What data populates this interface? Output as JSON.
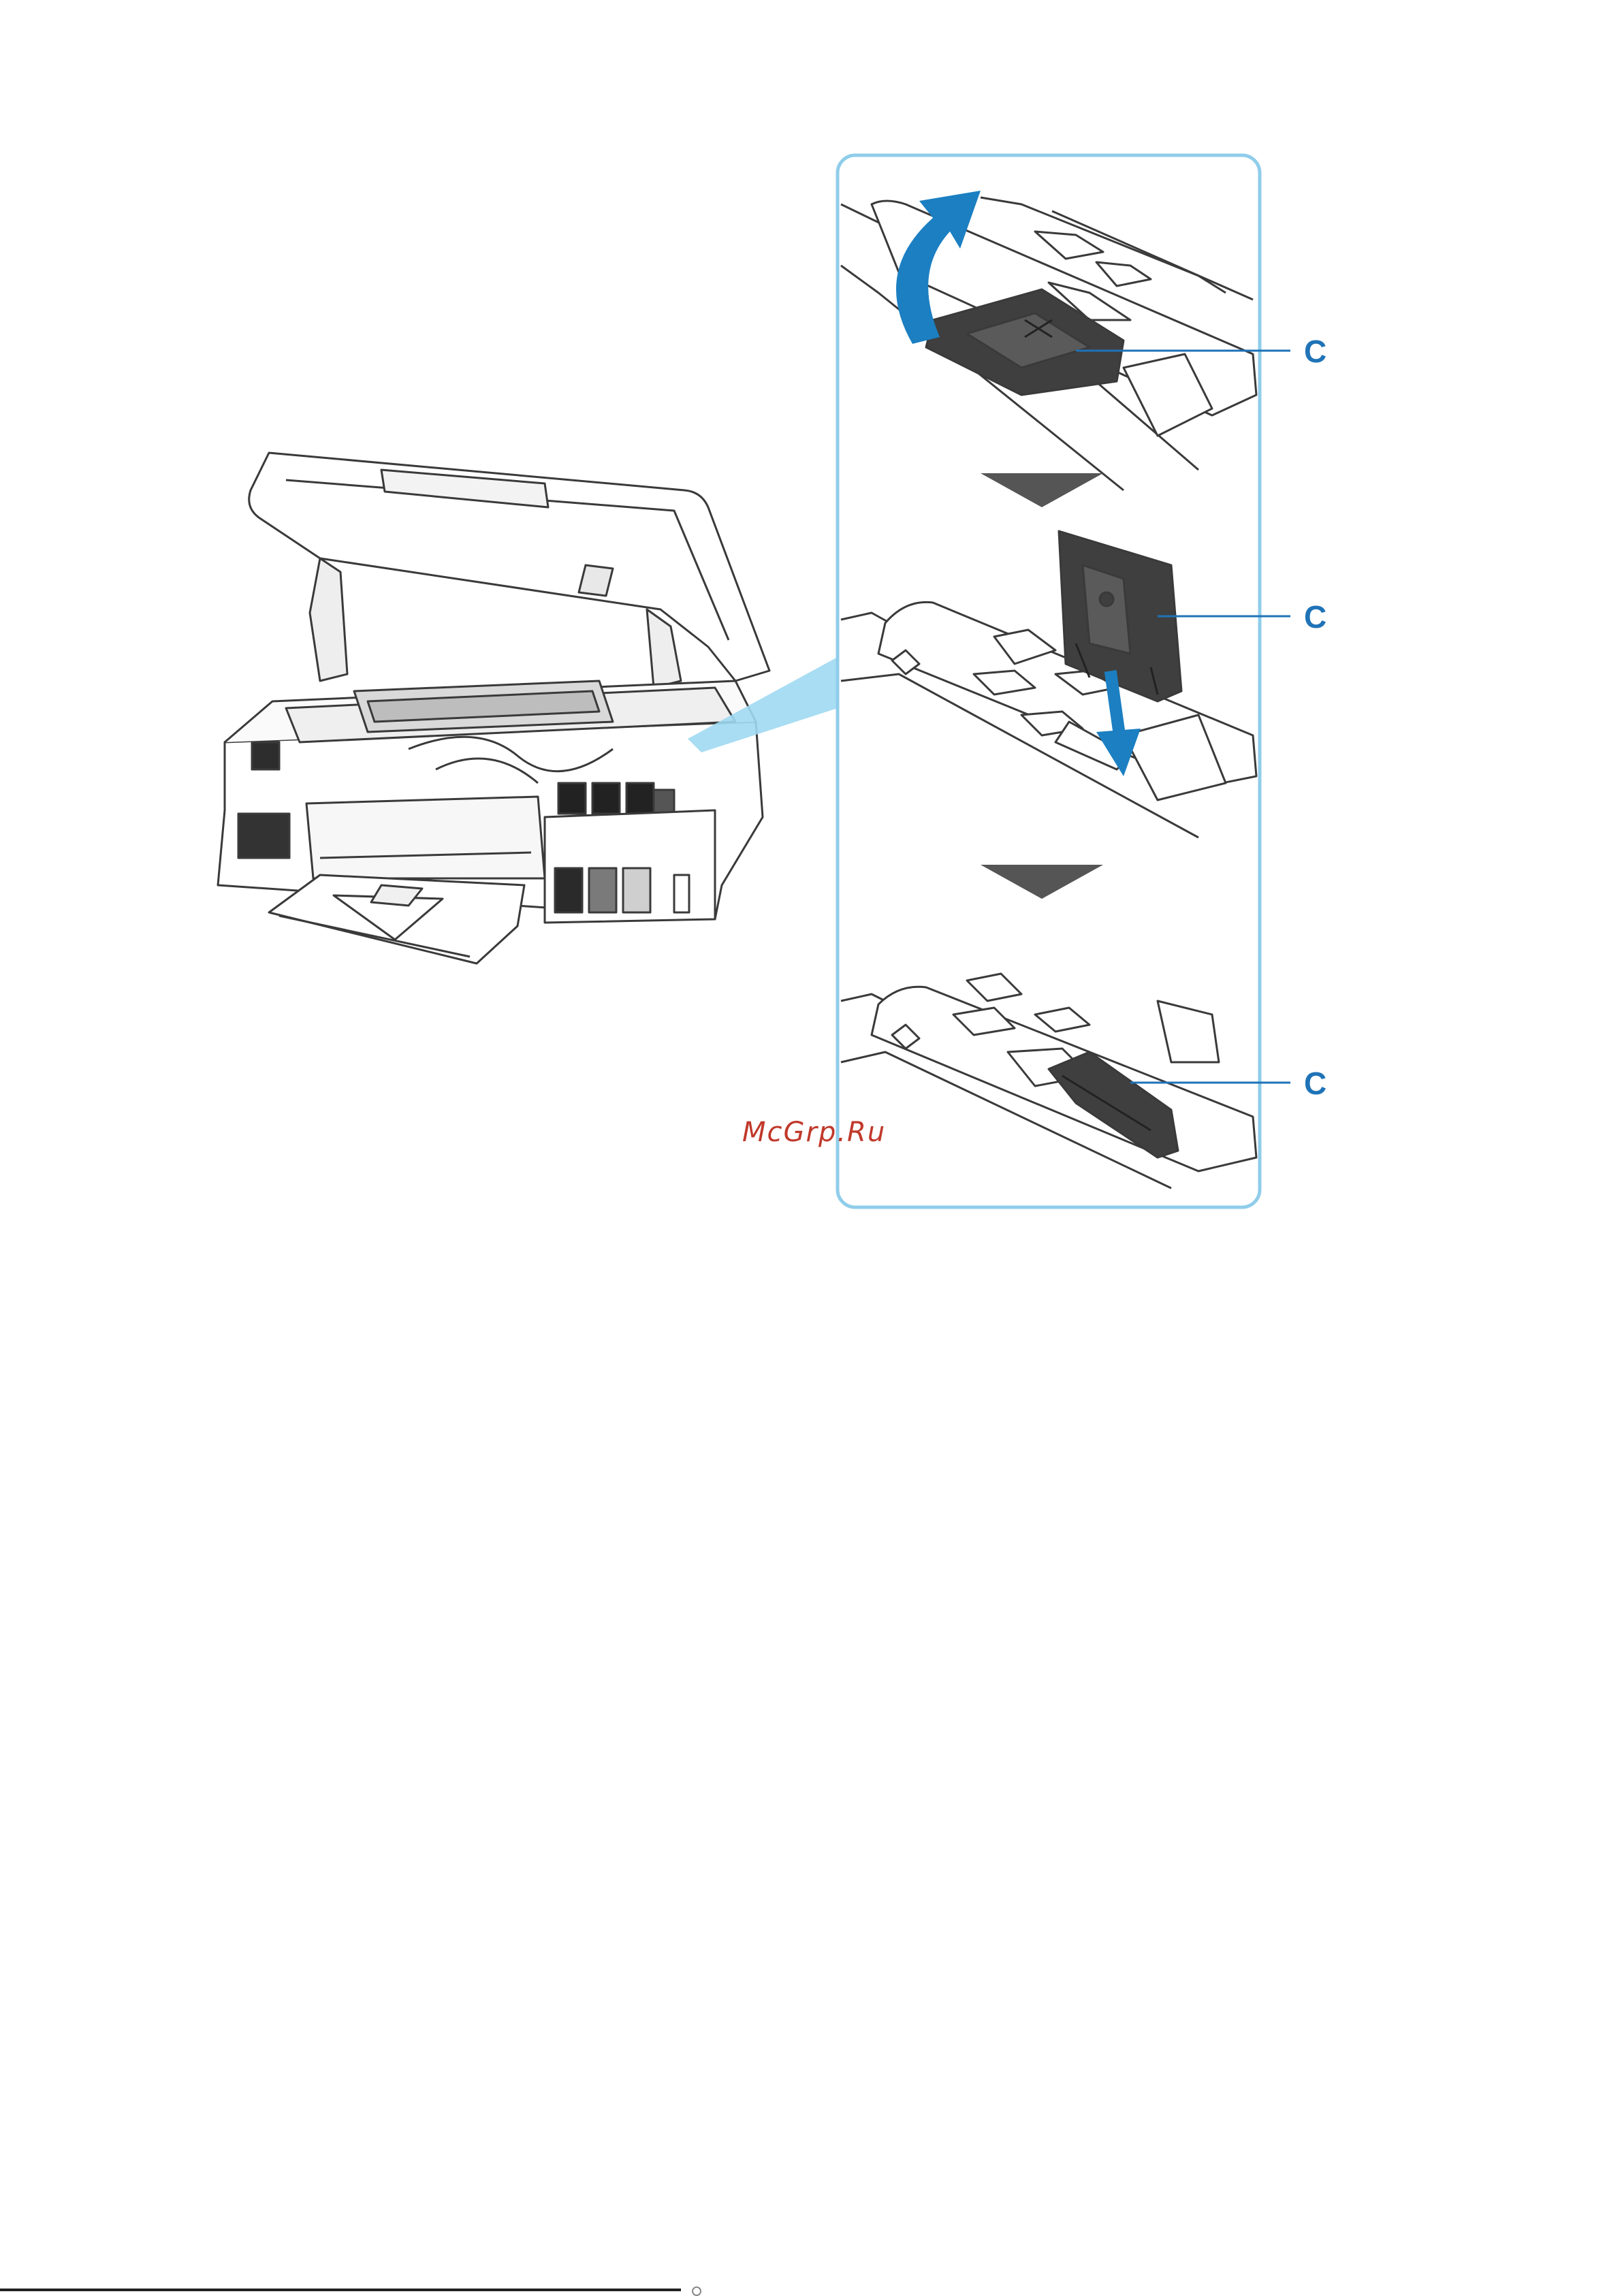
{
  "figure": {
    "callout_label_1": "C",
    "callout_label_2": "C",
    "callout_label_3": "C"
  },
  "watermark": {
    "text": "McGrp.Ru"
  },
  "colors": {
    "callout_blue": "#1f73b7",
    "panel_border": "#8fcdea",
    "arrow_blue": "#1b7fc2",
    "ink_dark": "#3a3a3a"
  }
}
